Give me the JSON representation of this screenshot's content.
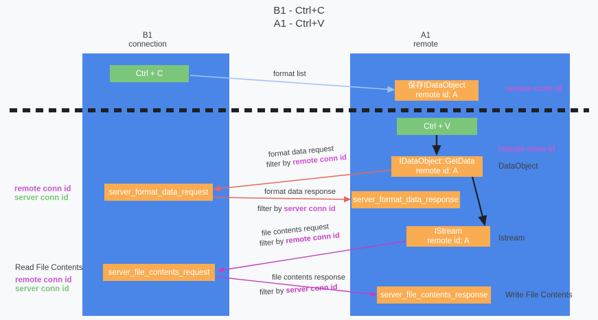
{
  "diagram": {
    "title_line1": "B1 - Ctrl+C",
    "title_line2": "A1 - Ctrl+V",
    "columns": [
      {
        "name": "B1",
        "sub": "connection"
      },
      {
        "name": "A1",
        "sub": "remote"
      }
    ],
    "nodes": {
      "ctrl_c": "Ctrl + C",
      "ctrl_v": "Ctrl + V",
      "idataobject_title": "保存IDataObject",
      "idataobject_sub": "remote id: A",
      "getdata_title": "IDataObject::GetData",
      "getdata_sub": "remote id: A",
      "istream_title": "IStream",
      "istream_sub": "remote id: A",
      "server_format_data_request": "server_format_data_request",
      "server_format_data_response": "server_format_data_response",
      "server_file_contents_request": "server_file_contents_request",
      "server_file_contents_response": "server_file_contents_response"
    },
    "edges": {
      "format_list": "format list",
      "format_data_request": "format data request",
      "format_data_request_filter_prefix": "filter by ",
      "format_data_request_filter_key": "remote conn id",
      "format_data_response": "format data response",
      "format_data_response_filter_prefix": "filter by ",
      "format_data_response_filter_key": "server conn id",
      "file_contents_request": "file contents request",
      "file_contents_request_filter_prefix": "filter by ",
      "file_contents_request_filter_key": "remote conn id",
      "file_contents_response": "file contents response",
      "file_contents_response_filter_prefix": "filter by ",
      "file_contents_response_filter_key": "server conn id"
    },
    "annotations": {
      "right_remote_conn_id_top": "remote conn id",
      "right_remote_conn_id_mid": "remote conn id",
      "right_dataobject": "DataObject",
      "right_istream": "Istream",
      "right_write_file_contents": "Write File Contents",
      "left_remote_conn_id": "remote conn id",
      "left_server_conn_id": "server conn id",
      "left_read_file_contents": "Read File Contents",
      "left_remote_conn_id_2": "remote conn id",
      "left_server_conn_id_2": "server conn id"
    },
    "colors": {
      "lane": "#4a86e8",
      "green_node": "#7bc67b",
      "orange_node": "#f9ac51",
      "magenta": "#c45ad0",
      "green_text": "#7bc67b",
      "background": "#f8f9fa",
      "arrow_blue": "#a4c2f4",
      "arrow_red": "#e8675a",
      "arrow_pink": "#c23fc2",
      "arrow_black": "#202124"
    }
  }
}
